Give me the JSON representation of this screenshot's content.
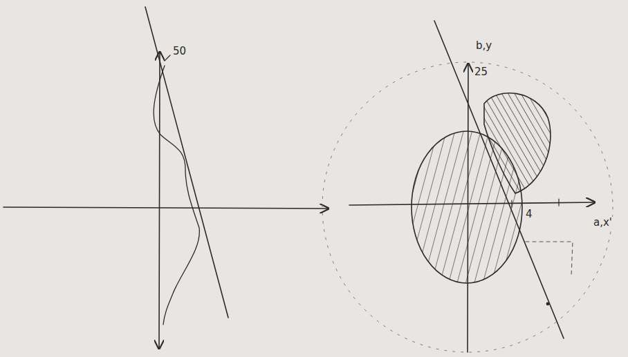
{
  "diagram": {
    "labels": [
      "50",
      "b,y",
      "25",
      "4",
      "a,x'"
    ]
  }
}
